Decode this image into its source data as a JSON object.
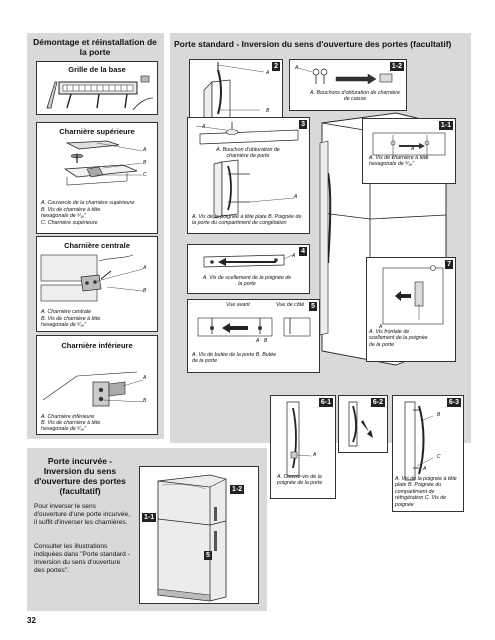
{
  "left_panel": {
    "title": "Démontage et réinstallation de la porte",
    "base_grille": {
      "title": "Grille de la base"
    },
    "top_hinge": {
      "title": "Charnière supérieure",
      "labels": [
        "A",
        "B",
        "C"
      ],
      "captions": [
        "A. Couvercle de la charnière supérieure",
        "B. Vis de charnière à tête hexagonale de ⁵⁄₁₆\"",
        "C. Charnière supérieure"
      ]
    },
    "center_hinge": {
      "title": "Charnière centrale",
      "labels": [
        "A",
        "B"
      ],
      "captions": [
        "A. Charnière centrale",
        "B. Vis de charnière à tête hexagonale de ⁵⁄₁₆\""
      ]
    },
    "bottom_hinge": {
      "title": "Charnière inférieure",
      "labels": [
        "A",
        "B"
      ],
      "captions": [
        "A. Charnière inférieure",
        "B. Vis de charnière à tête hexagonale de ⁵⁄₁₆\""
      ]
    }
  },
  "right_panel": {
    "title": "Porte standard - Inversion du sens d'ouverture des portes (facultatif)",
    "step2": {
      "badge": "2",
      "labels": [
        "A",
        "B"
      ]
    },
    "step1_2": {
      "badge": "1-2",
      "label": "A",
      "caption": "A. Bouchons d'obturation de charnière de caisse"
    },
    "step3": {
      "badge": "3",
      "labels": [
        "A",
        "A"
      ],
      "captions_top": "A. Bouchon d'obturation de charnière de porte",
      "captions_bottom": "A. Vis de la poignée à tête plate B. Poignée de la porte du compartiment de congélation"
    },
    "step1_1": {
      "badge": "1-1",
      "label": "A",
      "caption": "A. Vis de charnière à tête hexagonale de ⁵⁄₁₆\""
    },
    "step4": {
      "badge": "4",
      "label": "A",
      "caption": "A. Vis de scellement de la poignée de la porte"
    },
    "step5": {
      "badge": "5",
      "view_front": "Vue avant",
      "view_side": "Vue de côté",
      "labels": [
        "A",
        "B"
      ],
      "caption": "A. Vis de butée de la porte B. Butée de la porte"
    },
    "step7": {
      "badge": "7",
      "label": "A",
      "caption": "A. Vis frontale de scellement de la poignée de la porte"
    },
    "step6_1": {
      "badge": "6-1",
      "label": "A",
      "caption": "A. Couvre-vis de la poignée de la porte"
    },
    "step6_2": {
      "badge": "6-2"
    },
    "step6_3": {
      "badge": "6-3",
      "labels": [
        "A",
        "B",
        "C"
      ],
      "caption": "A. Vis de la poignée à tête plate B. Poignée du compartiment de réfrigération C. Vis de poignée"
    }
  },
  "curved_door": {
    "title": "Porte incurvée - Inversion du sens d'ouverture des portes (facultatif)",
    "text1": "Pour inverser le sens d'ouverture d'une porte incurvée, il suffit d'inverser les charnières.",
    "text2": "Consulter les illustrations indiquées dans \"Porte standard - Inversion du sens d'ouverture des portes\".",
    "badges": [
      "1-1",
      "1-2",
      "5"
    ]
  },
  "page_number": "32"
}
